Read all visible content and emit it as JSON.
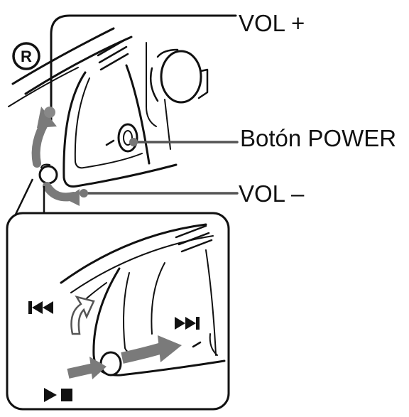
{
  "labels": {
    "vol_plus": "VOL +",
    "power_button": "Botón POWER",
    "vol_minus": "VOL –",
    "registered_mark": "R"
  },
  "icons": {
    "previous_track": "skip-back-icon",
    "next_track": "skip-forward-icon",
    "play_stop": "play-stop-icon"
  },
  "colors": {
    "line": "#111111",
    "arrow": "#7a7a7a",
    "background": "#ffffff"
  }
}
